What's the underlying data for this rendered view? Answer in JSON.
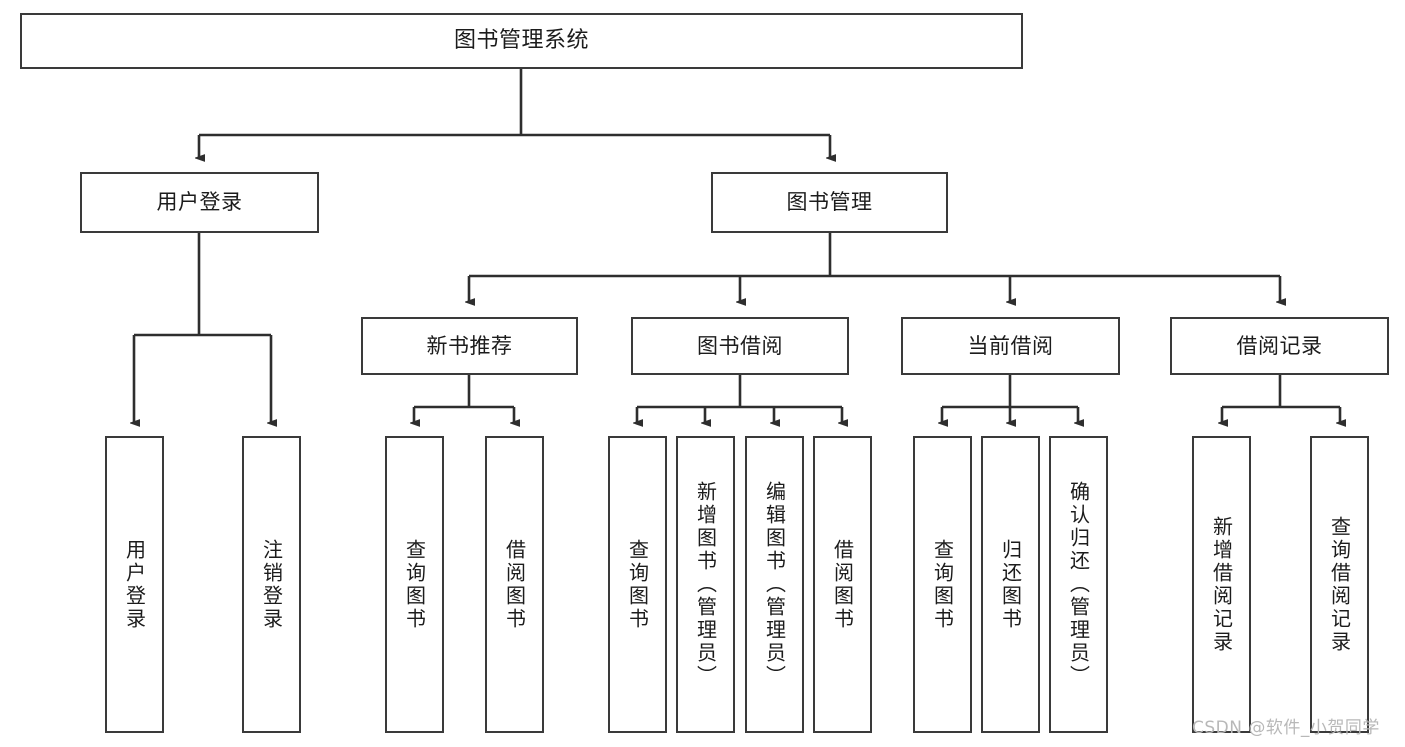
{
  "diagram": {
    "title": "图书管理系统",
    "type": "hierarchy-tree",
    "watermark": "CSDN @软件_小贺同学",
    "colors": {
      "border": "#3a3a3a",
      "background": "#ffffff",
      "text": "#1c1c1c",
      "watermark": "#b8b8b8"
    },
    "levels": {
      "root": {
        "label": "图书管理系统"
      },
      "level2": [
        {
          "label": "用户登录"
        },
        {
          "label": "图书管理"
        }
      ],
      "level3": [
        {
          "label": "新书推荐"
        },
        {
          "label": "图书借阅"
        },
        {
          "label": "当前借阅"
        },
        {
          "label": "借阅记录"
        }
      ],
      "leaves": {
        "user_login": [
          {
            "label": "用户登录"
          },
          {
            "label": "注销登录"
          }
        ],
        "new_book": [
          {
            "label": "查询图书"
          },
          {
            "label": "借阅图书"
          }
        ],
        "book_borrow": [
          {
            "label": "查询图书"
          },
          {
            "label": "新增图书（管理员）"
          },
          {
            "label": "编辑图书（管理员）"
          },
          {
            "label": "借阅图书"
          }
        ],
        "current_borrow": [
          {
            "label": "查询图书"
          },
          {
            "label": "归还图书"
          },
          {
            "label": "确认归还（管理员）"
          }
        ],
        "borrow_record": [
          {
            "label": "新增借阅记录"
          },
          {
            "label": "查询借阅记录"
          }
        ]
      }
    }
  }
}
